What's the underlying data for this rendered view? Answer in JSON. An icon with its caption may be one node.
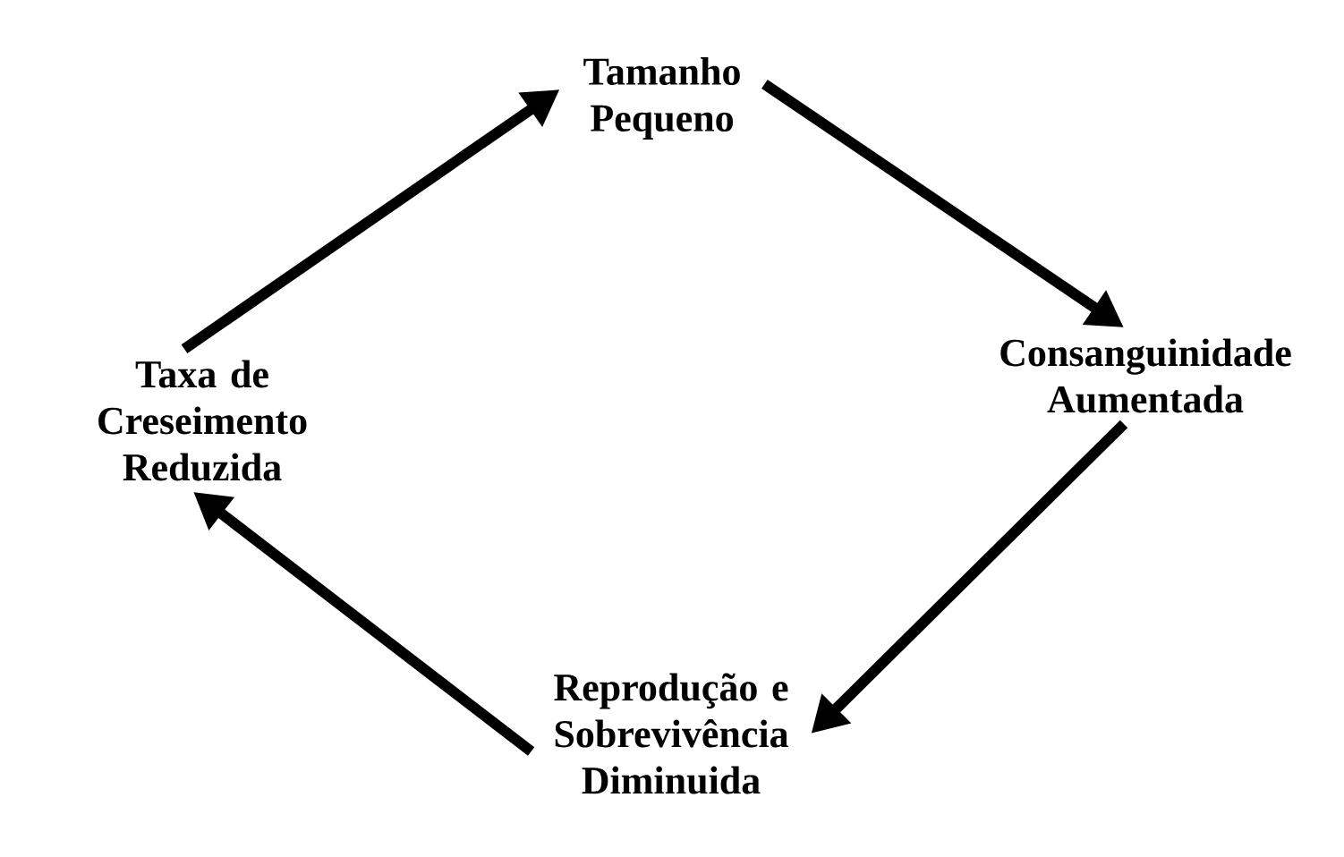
{
  "diagram": {
    "nodes": [
      {
        "text": [
          "Tamanho Pequeno"
        ]
      },
      {
        "text": [
          "Consanguinidade Aumentada"
        ]
      },
      {
        "text": [
          "Reprodução e Sobrevivência Diminuida"
        ]
      },
      {
        "text": [
          "Taxa de Creseimento Reduzida"
        ]
      }
    ],
    "edges": [
      {
        "from": 0,
        "to": 1,
        "arrow": "to"
      },
      {
        "from": 1,
        "to": 2,
        "arrow": "to"
      },
      {
        "from": 2,
        "to": 3,
        "arrow": "to"
      },
      {
        "from": 3,
        "to": 0,
        "arrow": "to"
      }
    ]
  }
}
